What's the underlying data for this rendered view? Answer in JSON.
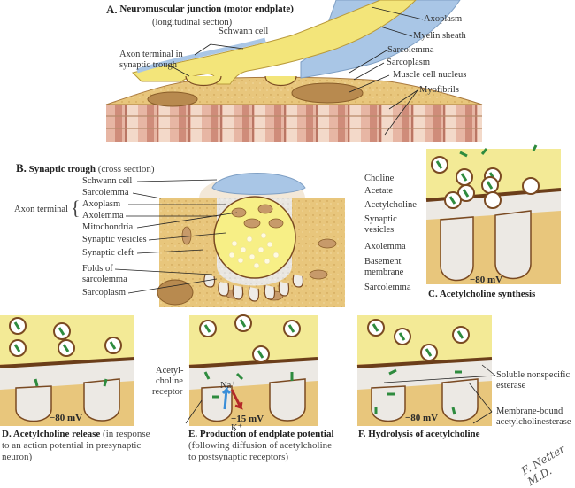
{
  "colors": {
    "axoplasm": "#f3e57a",
    "myelin": "#a9c6e6",
    "sarcoplasm": "#e8c67c",
    "myofibril": "#c98a78",
    "membrane": "#7a4a22",
    "cleft": "#e9e6e1",
    "acetylcholine": "#2e8b3e",
    "na_arrow": "#3a8ed8",
    "k_arrow": "#b42828"
  },
  "panelA": {
    "title_letter": "A.",
    "title_bold": "Neuromuscular junction (motor endplate)",
    "title_sub": "(longitudinal section)",
    "labels": {
      "schwann_cell": "Schwann cell",
      "axon_terminal_line1": "Axon terminal in",
      "axon_terminal_line2": "synaptic trough",
      "axoplasm": "Axoplasm",
      "myelin_sheath": "Myelin sheath",
      "sarcolemma": "Sarcolemma",
      "sarcoplasm": "Sarcoplasm",
      "muscle_cell_nucleus": "Muscle cell nucleus",
      "myofibrils": "Myofibrils"
    }
  },
  "panelB": {
    "title_letter": "B.",
    "title_bold": "Synaptic trough",
    "title_sub": "(cross section)",
    "labels": {
      "schwann_cell": "Schwann cell",
      "sarcolemma": "Sarcolemma",
      "axon_terminal": "Axon terminal",
      "axoplasm": "Axoplasm",
      "axolemma": "Axolemma",
      "mitochondria": "Mitochondria",
      "synaptic_vesicles": "Synaptic vesicles",
      "synaptic_cleft": "Synaptic cleft",
      "folds_line1": "Folds of",
      "folds_line2": "sarcolemma",
      "sarcoplasm": "Sarcoplasm"
    }
  },
  "panelC": {
    "title": "C. Acetylcholine synthesis",
    "voltage": "−80 mV",
    "labels": {
      "choline": "Choline",
      "acetate": "Acetate",
      "acetylcholine": "Acetylcholine",
      "synaptic_vesicles_line1": "Synaptic",
      "synaptic_vesicles_line2": "vesicles",
      "axolemma": "Axolemma",
      "basement_line1": "Basement",
      "basement_line2": "membrane",
      "sarcolemma": "Sarcolemma"
    }
  },
  "panelD": {
    "title_bold": "D. Acetylcholine release",
    "title_sub_line1": "(in response",
    "title_sub_line2": "to an action potential in presynaptic",
    "title_sub_line3": "neuron)",
    "voltage": "−80 mV"
  },
  "panelE": {
    "title_bold": "E. Production of endplate potential",
    "title_sub_line1": "(following diffusion of acetylcholine",
    "title_sub_line2": "to postsynaptic receptors)",
    "voltage": "−15 mV",
    "labels": {
      "receptor_line1": "Acetyl-",
      "receptor_line2": "choline",
      "receptor_line3": "receptor",
      "na": "Na⁺",
      "k": "K⁺"
    }
  },
  "panelF": {
    "title": "F. Hydrolysis of acetylcholine",
    "voltage": "−80 mV",
    "labels": {
      "soluble_line1": "Soluble nonspecific",
      "soluble_line2": "esterase",
      "membrane_line1": "Membrane-bound",
      "membrane_line2": "acetylcholinesterase"
    }
  },
  "signature": "F. Netter M.D."
}
